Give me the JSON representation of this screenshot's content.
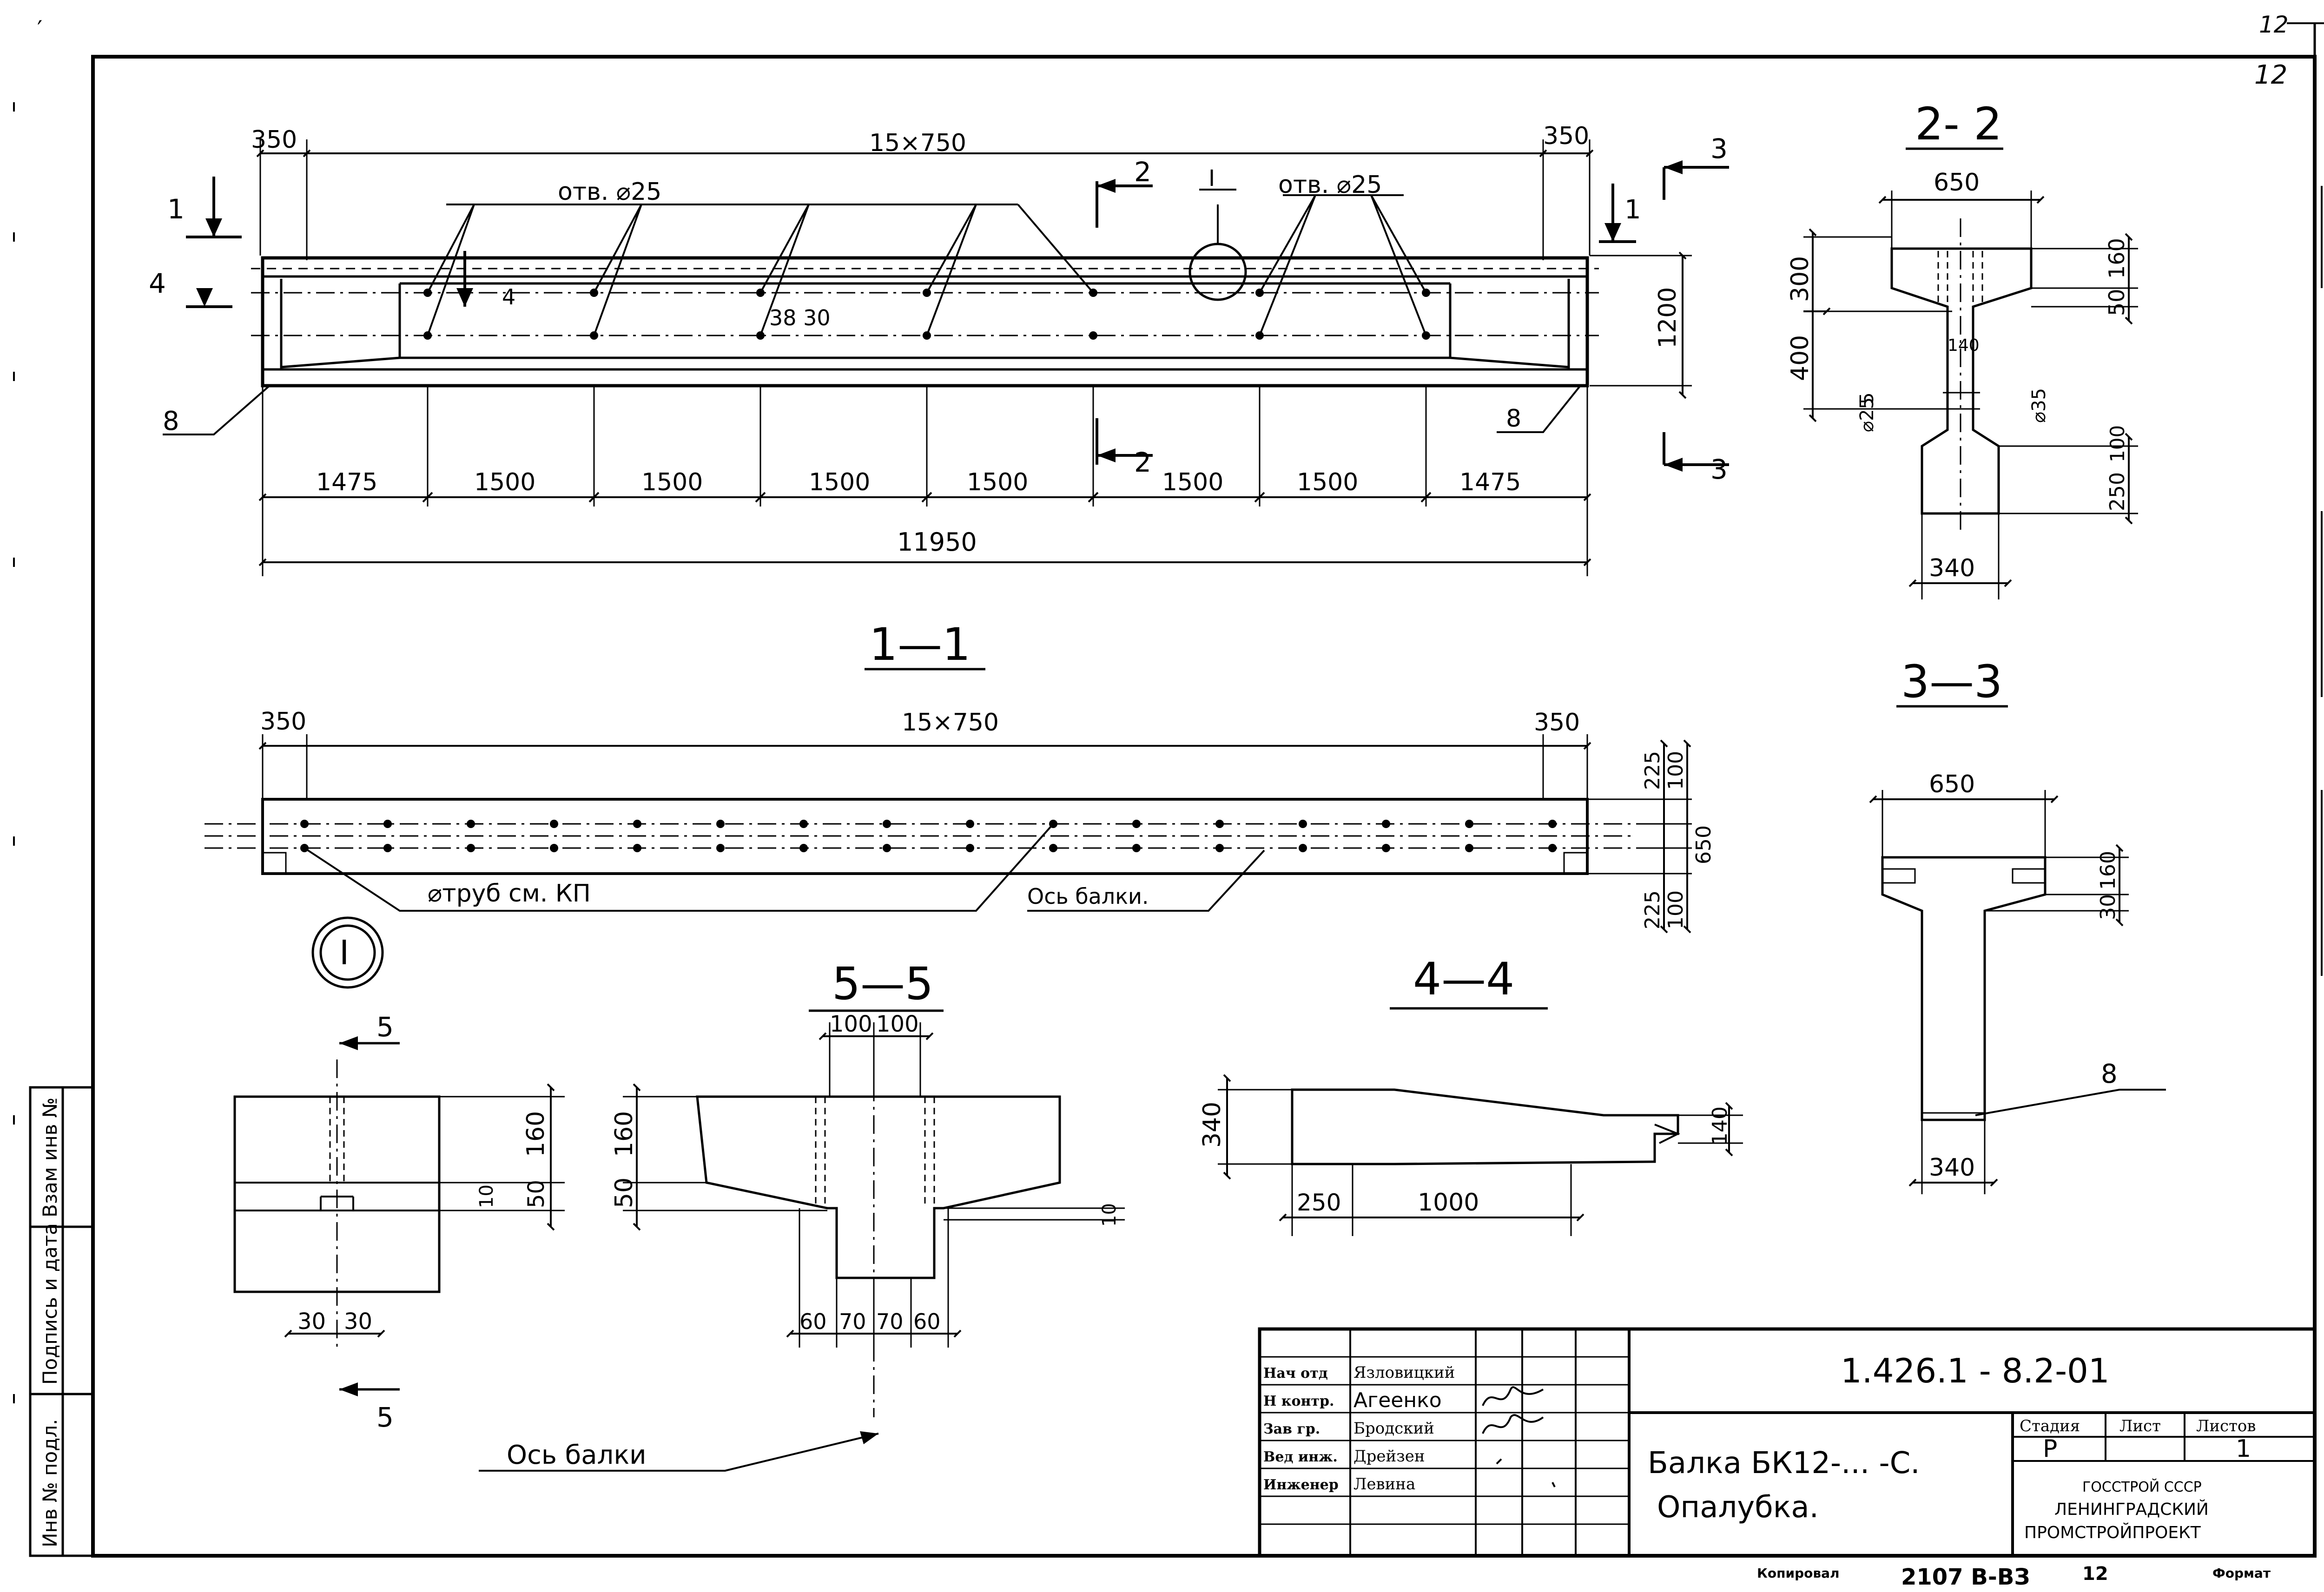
{
  "sheet": {
    "page_no": "12",
    "page_no_corner": "12",
    "corner_hand": "′",
    "left_strip": [
      "Инв № подл.",
      "Подпись и дата",
      "Взам инв №"
    ]
  },
  "views": {
    "top": {
      "dims_top": [
        "350",
        "15×750",
        "350"
      ],
      "holes_a": "отв. ⌀25",
      "holes_b": "отв. ⌀25",
      "dim_3830": "38 30",
      "dim_1200": "1200",
      "bottom_spans": [
        "1475",
        "1500",
        "1500",
        "1500",
        "1500",
        "1500",
        "1500",
        "1475"
      ],
      "overall": "11950",
      "mark_8": "8",
      "section_marks": {
        "s1": "1",
        "s2": "2",
        "s3": "3",
        "s4": "4",
        "detail": "I"
      }
    },
    "sec11": {
      "title": "1—1"
    },
    "plan": {
      "dims_top": [
        "350",
        "15×750",
        "350"
      ],
      "right_dims": [
        "225",
        "100",
        "650",
        "225",
        "100"
      ],
      "pipes_note": "⌀труб  см.  КП",
      "axis_note": "Ось  балки."
    },
    "detail_I": {
      "label": "I"
    },
    "sec55": {
      "title": "5—5",
      "dims_top": [
        "100",
        "100"
      ],
      "left_dims": [
        "50",
        "160"
      ],
      "bottom_dims": [
        "60",
        "70",
        "70",
        "60"
      ],
      "right_dim": "10"
    },
    "sec44": {
      "title": "4—4",
      "dims": [
        "340",
        "250",
        "1000",
        "140"
      ]
    },
    "view5": {
      "marks": [
        "5",
        "5"
      ],
      "right_dims": [
        "160",
        "50",
        "10"
      ],
      "bottom_dims": [
        "30",
        "30"
      ],
      "axis_note": "Ось  балки"
    },
    "sec22": {
      "title": "2- 2",
      "top": "650",
      "left": [
        "300",
        "400"
      ],
      "right": [
        "160",
        "50"
      ],
      "web": "140",
      "hole_l": "⌀25",
      "hole_r": "⌀35",
      "bot_right": [
        "100",
        "250"
      ],
      "bottom": "340",
      "mark_5": "5"
    },
    "sec33": {
      "title": "3—3",
      "top": "650",
      "right": [
        "160",
        "30"
      ],
      "bottom": "340",
      "mark_8": "8"
    }
  },
  "title_block": {
    "roles": [
      "Нач отд",
      "Н контр.",
      "Зав гр.",
      "Вед инж.",
      "Инженер"
    ],
    "names": [
      "Язловицкий",
      "Агеенко",
      "Бродский",
      "Дрейзен",
      "Левина"
    ],
    "code": "1.426.1 - 8.2-01",
    "title_line1": "Балка  БК12-... -С.",
    "title_line2": "Опалубка.",
    "stage_hdr": "Стадия",
    "sheet_hdr": "Лист",
    "sheets_hdr": "Листов",
    "stage": "Р",
    "sheet": "",
    "sheets": "1",
    "org": [
      "ГОССТРОЙ СССР",
      "ЛЕНИНГРАДСКИЙ",
      "ПРОМСТРОЙПРОЕКТ"
    ]
  },
  "footer": {
    "copied": "Копировал",
    "code": "2107 В-ВЗ",
    "num": "12",
    "format": "Формат"
  }
}
